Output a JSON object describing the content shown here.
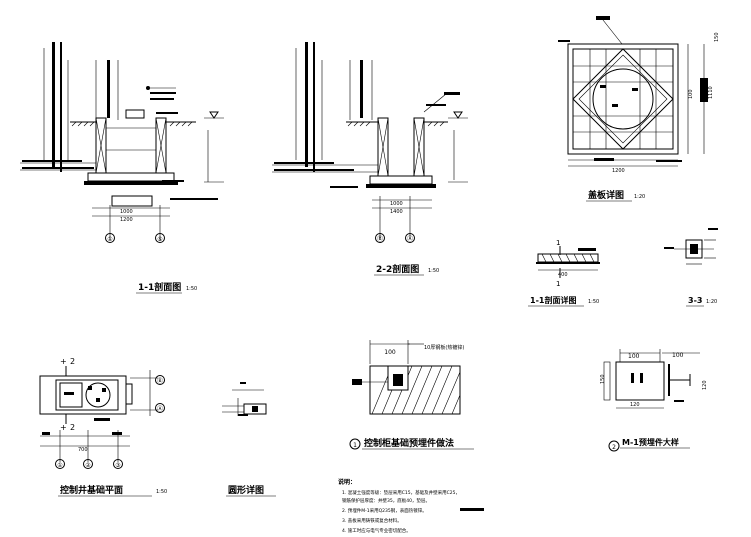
{
  "views": {
    "section_1_1": {
      "title": "1-1剖面图",
      "scale": "1:50",
      "axes": [
        "①",
        "⑤"
      ]
    },
    "section_2_2": {
      "title": "2-2剖面图",
      "scale": "1:50",
      "axes": [
        "Ⓑ",
        "Ⓐ"
      ]
    },
    "cover_plan": {
      "title": "盖板详图",
      "scale": "1:20"
    },
    "detail_1_1": {
      "title": "1-1剖面详图",
      "scale": "1:50",
      "cut_mark": "1"
    },
    "detail_3_3": {
      "title": "3-3",
      "scale": "1:20"
    },
    "control_pit_plan": {
      "title": "控制井基础平面",
      "scale": "1:50",
      "cut_mark": "2",
      "axes": [
        "①",
        "②",
        "③"
      ],
      "side_axes": [
        "Ⓑ",
        "Ⓐ"
      ]
    },
    "ring_detail": {
      "title": "圆形详图"
    },
    "embedded_detail": {
      "title": "控制柜基础预埋件做法",
      "circle": "1",
      "note": "10厚钢板(热镀锌)"
    },
    "m1_detail": {
      "title": "M-1预埋件大样",
      "circle": "2"
    }
  },
  "dimensions": {
    "cover_side": "1110",
    "cover_bottom": "1200",
    "plate_100": "100",
    "plate_150": "150",
    "plate_120": "120",
    "plate_400": "400",
    "pit_1000": "1000",
    "pit_1200": "1200",
    "pit_700": "700",
    "pit_1400": "1400"
  },
  "notes": {
    "heading": "说明：",
    "lines": [
      "1. 混凝土强度等级：垫层采用C15，基础及井壁采用C25，",
      "   钢筋保护层厚度：井壁35，底板40，垫层。",
      "2. 预埋件M-1采用Q235钢，表面热镀锌。",
      "3. 盖板采用铸铁或复合材料。",
      "4. 施工时应与电气专业密切配合。"
    ]
  }
}
